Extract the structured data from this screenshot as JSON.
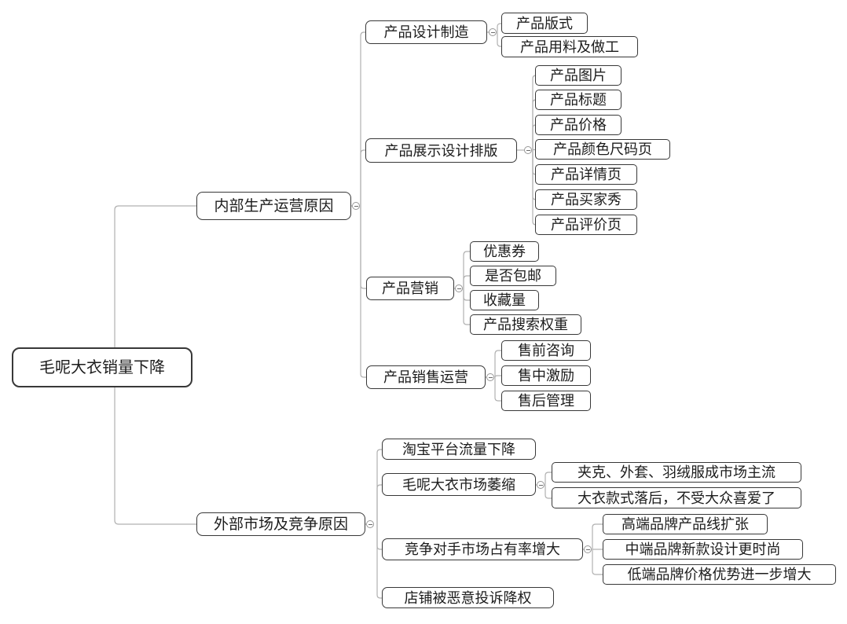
{
  "mindmap": {
    "root": {
      "label": "毛呢大衣销量下降"
    },
    "branches": [
      {
        "label": "内部生产运营原因",
        "children": [
          {
            "label": "产品设计制造",
            "children": [
              {
                "label": "产品版式"
              },
              {
                "label": "产品用料及做工"
              }
            ]
          },
          {
            "label": "产品展示设计排版",
            "children": [
              {
                "label": "产品图片"
              },
              {
                "label": "产品标题"
              },
              {
                "label": "产品价格"
              },
              {
                "label": "产品颜色尺码页"
              },
              {
                "label": "产品详情页"
              },
              {
                "label": "产品买家秀"
              },
              {
                "label": "产品评价页"
              }
            ]
          },
          {
            "label": "产品营销",
            "children": [
              {
                "label": "优惠券"
              },
              {
                "label": "是否包邮"
              },
              {
                "label": "收藏量"
              },
              {
                "label": "产品搜索权重"
              }
            ]
          },
          {
            "label": "产品销售运营",
            "children": [
              {
                "label": "售前咨询"
              },
              {
                "label": "售中激励"
              },
              {
                "label": "售后管理"
              }
            ]
          }
        ]
      },
      {
        "label": "外部市场及竞争原因",
        "children": [
          {
            "label": "淘宝平台流量下降"
          },
          {
            "label": "毛呢大衣市场萎缩",
            "children": [
              {
                "label": "夹克、外套、羽绒服成市场主流"
              },
              {
                "label": "大衣款式落后，不受大众喜爱了"
              }
            ]
          },
          {
            "label": "竞争对手市场占有率增大",
            "children": [
              {
                "label": "高端品牌产品线扩张"
              },
              {
                "label": "中端品牌新款设计更时尚"
              },
              {
                "label": "低端品牌价格优势进一步增大"
              }
            ]
          },
          {
            "label": "店铺被恶意投诉降权"
          }
        ]
      }
    ]
  },
  "icons": {
    "collapse": "minus-circle"
  },
  "colors": {
    "background": "#ffffff",
    "node_border": "#383838",
    "node_fill": "#ffffff",
    "text": "#1c1c1c",
    "connector": "#b0b0b0",
    "collapse_icon_border": "#979797"
  }
}
